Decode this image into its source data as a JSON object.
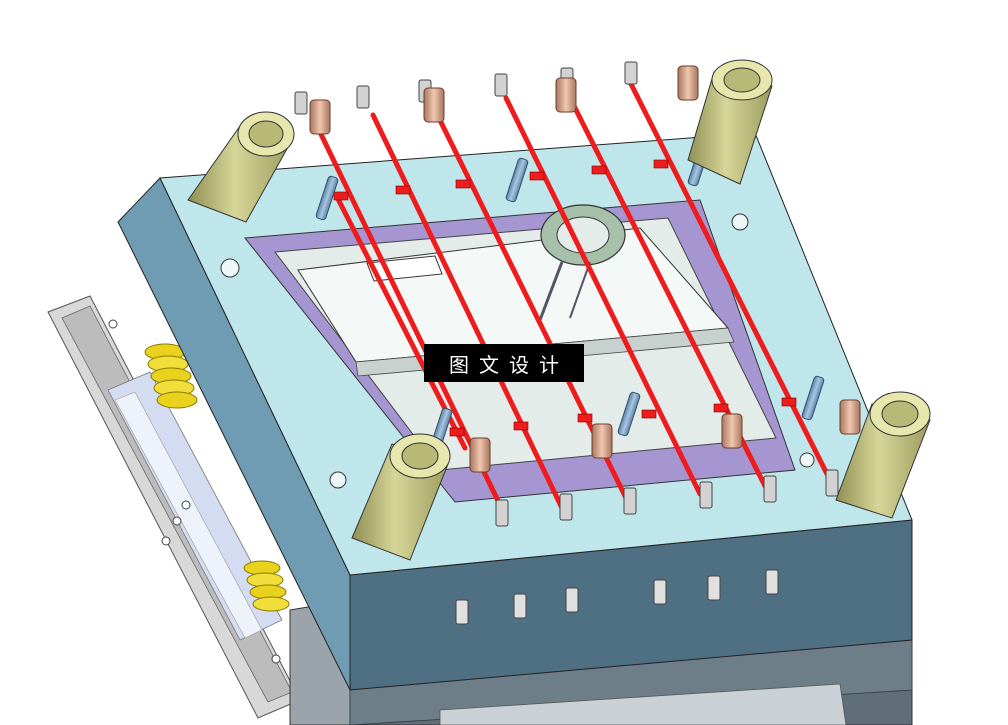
{
  "watermark": {
    "text": "图文设计"
  },
  "colors": {
    "plate_top": "#bfe6ea",
    "plate_side_left": "#6f9bb3",
    "plate_side_front": "#4f6f82",
    "lower_block": "#5e6e77",
    "ejector_rail": "#c8c8c8",
    "purple_frame": "#a596d2",
    "insert": "#d9e3e0",
    "cooling_line": "#ee1c1c",
    "guide_bush": "#c9c98a",
    "spring": "#e8d21e",
    "bolt": "#7fa6c8",
    "fitting": "#d9a991",
    "background": "#ffffff"
  },
  "parts": {
    "guide_bushes": [
      "guide-bush",
      "guide-bush",
      "guide-bush",
      "guide-bush"
    ],
    "cooling_line_count": 7,
    "front_fittings": 6,
    "springs": 2,
    "locating_ring": "locating-ring"
  }
}
